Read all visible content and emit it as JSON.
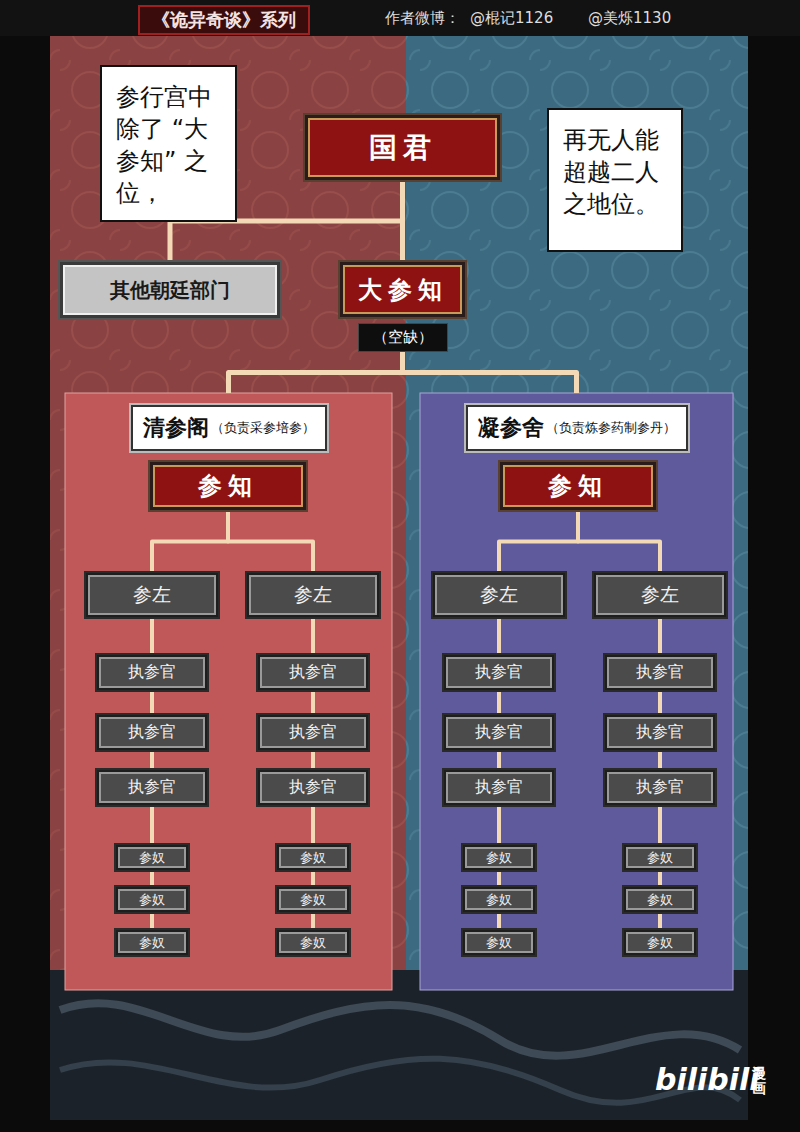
{
  "diagram": {
    "nodes": [
      {
        "text": [
          "参行宫中 除了 “大参知” 之位，"
        ]
      },
      {
        "text": [
          "再无人能 超越二人 之地位。"
        ]
      },
      {
        "text": [
          "国君"
        ]
      },
      {
        "text": [
          "其他朝廷部门"
        ]
      },
      {
        "text": [
          "大参知",
          "（空缺）"
        ]
      },
      {
        "text": [
          "清参阁",
          "（负责采参培参）"
        ]
      },
      {
        "text": [
          "参知"
        ],
        "in": 5
      },
      {
        "text": [
          "参左"
        ],
        "in": 5
      },
      {
        "text": [
          "执参官"
        ],
        "in": 5
      },
      {
        "text": [
          "执参官"
        ],
        "in": 5
      },
      {
        "text": [
          "执参官"
        ],
        "in": 5
      },
      {
        "text": [
          "参奴"
        ],
        "in": 5
      },
      {
        "text": [
          "参奴"
        ],
        "in": 5
      },
      {
        "text": [
          "参奴"
        ],
        "in": 5
      },
      {
        "text": [
          "参左"
        ],
        "in": 5
      },
      {
        "text": [
          "执参官"
        ],
        "in": 5
      },
      {
        "text": [
          "执参官"
        ],
        "in": 5
      },
      {
        "text": [
          "执参官"
        ],
        "in": 5
      },
      {
        "text": [
          "参奴"
        ],
        "in": 5
      },
      {
        "text": [
          "参奴"
        ],
        "in": 5
      },
      {
        "text": [
          "参奴"
        ],
        "in": 5
      },
      {
        "text": [
          "凝参舍",
          "（负责炼参药制参丹）"
        ]
      },
      {
        "text": [
          "参知"
        ],
        "in": 21
      },
      {
        "text": [
          "参左"
        ],
        "in": 21
      },
      {
        "text": [
          "执参官"
        ],
        "in": 21
      },
      {
        "text": [
          "执参官"
        ],
        "in": 21
      },
      {
        "text": [
          "执参官"
        ],
        "in": 21
      },
      {
        "text": [
          "参奴"
        ],
        "in": 21
      },
      {
        "text": [
          "参奴"
        ],
        "in": 21
      },
      {
        "text": [
          "参奴"
        ],
        "in": 21
      },
      {
        "text": [
          "参左"
        ],
        "in": 21
      },
      {
        "text": [
          "执参官"
        ],
        "in": 21
      },
      {
        "text": [
          "执参官"
        ],
        "in": 21
      },
      {
        "text": [
          "执参官"
        ],
        "in": 21
      },
      {
        "text": [
          "参奴"
        ],
        "in": 21
      },
      {
        "text": [
          "参奴"
        ],
        "in": 21
      },
      {
        "text": [
          "参奴"
        ],
        "in": 21
      }
    ],
    "edges": [
      {
        "from": 2,
        "to": 3,
        "arrow": "none"
      },
      {
        "from": 2,
        "to": 4,
        "arrow": "none"
      },
      {
        "from": 4,
        "to": 5,
        "arrow": "none"
      },
      {
        "from": 4,
        "to": 21,
        "arrow": "none"
      },
      {
        "from": 6,
        "to": 7,
        "arrow": "none"
      },
      {
        "from": 6,
        "to": 14,
        "arrow": "none"
      },
      {
        "from": 7,
        "to": 8,
        "arrow": "none"
      },
      {
        "from": 8,
        "to": 9,
        "arrow": "none"
      },
      {
        "from": 9,
        "to": 10,
        "arrow": "none"
      },
      {
        "from": 10,
        "to": 11,
        "arrow": "none"
      },
      {
        "from": 11,
        "to": 12,
        "arrow": "none"
      },
      {
        "from": 12,
        "to": 13,
        "arrow": "none"
      },
      {
        "from": 14,
        "to": 15,
        "arrow": "none"
      },
      {
        "from": 15,
        "to": 16,
        "arrow": "none"
      },
      {
        "from": 16,
        "to": 17,
        "arrow": "none"
      },
      {
        "from": 17,
        "to": 18,
        "arrow": "none"
      },
      {
        "from": 18,
        "to": 19,
        "arrow": "none"
      },
      {
        "from": 19,
        "to": 20,
        "arrow": "none"
      },
      {
        "from": 22,
        "to": 23,
        "arrow": "none"
      },
      {
        "from": 22,
        "to": 30,
        "arrow": "none"
      },
      {
        "from": 23,
        "to": 24,
        "arrow": "none"
      },
      {
        "from": 24,
        "to": 25,
        "arrow": "none"
      },
      {
        "from": 25,
        "to": 26,
        "arrow": "none"
      },
      {
        "from": 26,
        "to": 27,
        "arrow": "none"
      },
      {
        "from": 27,
        "to": 28,
        "arrow": "none"
      },
      {
        "from": 28,
        "to": 29,
        "arrow": "none"
      },
      {
        "from": 30,
        "to": 31,
        "arrow": "none"
      },
      {
        "from": 31,
        "to": 32,
        "arrow": "none"
      },
      {
        "from": 32,
        "to": 33,
        "arrow": "none"
      },
      {
        "from": 33,
        "to": 34,
        "arrow": "none"
      },
      {
        "from": 34,
        "to": 35,
        "arrow": "none"
      },
      {
        "from": 35,
        "to": 36,
        "arrow": "none"
      }
    ],
    "labels": [
      "《诡异奇谈》系列",
      "作者微博：",
      "@棍记1126",
      "@美烁1130",
      "bilibili",
      "漫画"
    ]
  }
}
